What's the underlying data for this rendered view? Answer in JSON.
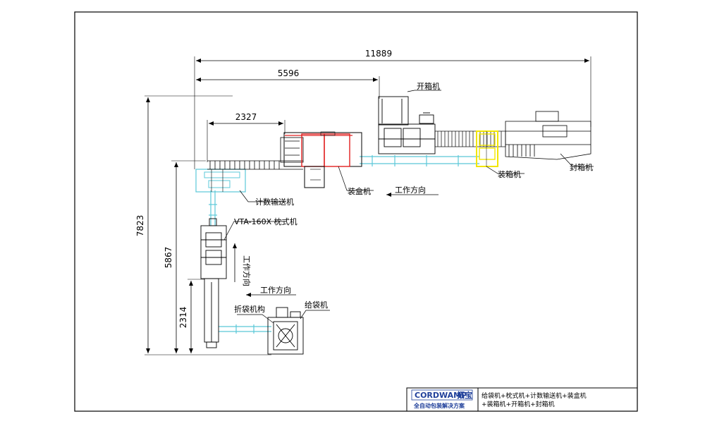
{
  "dimensions": {
    "total_length": "11889",
    "mid_length": "5596",
    "short_length": "2327",
    "total_height": "7823",
    "mid_height": "5867",
    "low_height": "2314"
  },
  "labels": {
    "case_erector": "开箱机",
    "case_sealer": "封箱机",
    "case_packer": "装箱机",
    "cartoner": "装盒机",
    "counting_conveyor": "计数输送机",
    "pillow_packer": "VTA-160X 枕式机",
    "work_direction_top": "工作方向",
    "work_direction_vertical": "工作方向",
    "work_direction_bottom": "工作方向",
    "bag_folder": "折袋机构",
    "bag_feeder": "给袋机"
  },
  "title_block": {
    "logo_text": "CORDWAMP",
    "logo_cn": "拓宝",
    "logo_sub": "全自动包装解决方案",
    "description_line1": "给袋机+枕式机+计数输送机+装盒机",
    "description_line2": "+装箱机+开箱机+封箱机"
  },
  "colors": {
    "line": "#000000",
    "conveyor": "#5bc8d8",
    "highlight_red": "#e02020",
    "highlight_yellow": "#f2e600",
    "logo_blue": "#1f3f9a"
  }
}
